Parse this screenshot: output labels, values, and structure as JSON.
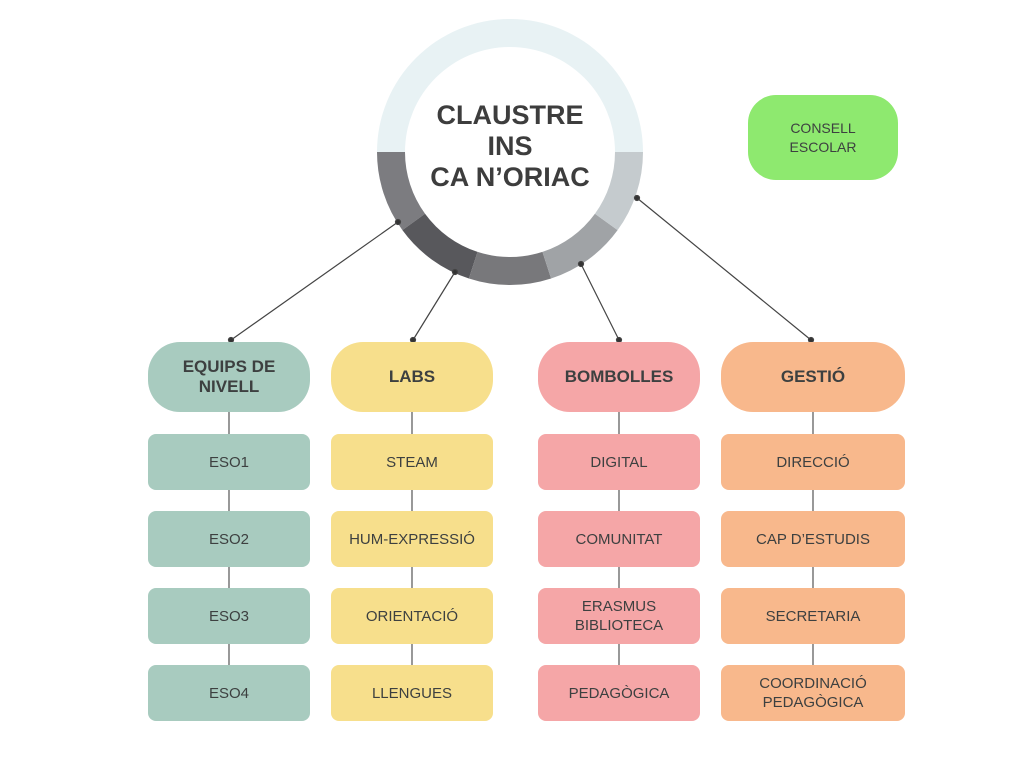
{
  "center": {
    "line1": "CLAUSTRE",
    "line2": "INS",
    "line3": "CA N’ORIAC"
  },
  "consell": {
    "line1": "CONSELL",
    "line2": "ESCOLAR"
  },
  "colors": {
    "ring_top": "#e8f2f4",
    "ring_segments": [
      "#7c7c80",
      "#58585c",
      "#78787b",
      "#a0a3a6",
      "#c5cbce"
    ],
    "consell": "#8ee96f",
    "columns": [
      "#a8cbbf",
      "#f7df8c",
      "#f5a6a7",
      "#f8b88c"
    ]
  },
  "columns": [
    {
      "header_l1": "EQUIPS DE",
      "header_l2": "NIVELL",
      "items": [
        {
          "l1": "ESO1",
          "l2": ""
        },
        {
          "l1": "ESO2",
          "l2": ""
        },
        {
          "l1": "ESO3",
          "l2": ""
        },
        {
          "l1": "ESO4",
          "l2": ""
        }
      ]
    },
    {
      "header_l1": "LABS",
      "header_l2": "",
      "items": [
        {
          "l1": "STEAM",
          "l2": ""
        },
        {
          "l1": "HUM-EXPRESSIÓ",
          "l2": ""
        },
        {
          "l1": "ORIENTACIÓ",
          "l2": ""
        },
        {
          "l1": "LLENGUES",
          "l2": ""
        }
      ]
    },
    {
      "header_l1": "BOMBOLLES",
      "header_l2": "",
      "items": [
        {
          "l1": "DIGITAL",
          "l2": ""
        },
        {
          "l1": "COMUNITAT",
          "l2": ""
        },
        {
          "l1": "ERASMUS",
          "l2": "BIBLIOTECA"
        },
        {
          "l1": "PEDAGÒGICA",
          "l2": ""
        }
      ]
    },
    {
      "header_l1": "GESTIÓ",
      "header_l2": "",
      "items": [
        {
          "l1": "DIRECCIÓ",
          "l2": ""
        },
        {
          "l1": "CAP D’ESTUDIS",
          "l2": ""
        },
        {
          "l1": "SECRETARIA",
          "l2": ""
        },
        {
          "l1": "COORDINACIÓ",
          "l2": "PEDAGÒGICA"
        }
      ]
    }
  ]
}
